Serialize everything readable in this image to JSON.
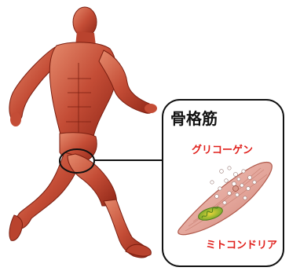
{
  "callout": {
    "title": "骨格筋",
    "glycogen_label": "グリコーゲン",
    "mitochondria_label": "ミトコンドリア"
  },
  "colors": {
    "muscle_dark": "#9a2a18",
    "muscle_mid": "#c8503a",
    "muscle_light": "#e4896b",
    "fiber_fill": "#e3a59a",
    "fiber_stroke": "#b05a4c",
    "label_red": "#e0201c",
    "mito_green": "#6aa42a",
    "mito_yellow": "#e6d33a",
    "outline": "#222222"
  }
}
